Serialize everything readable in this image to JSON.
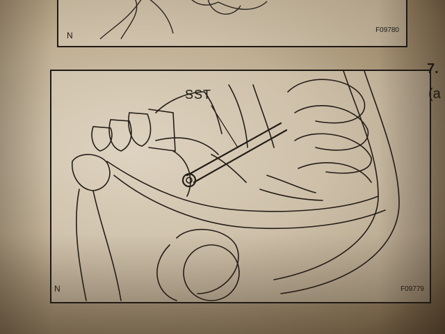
{
  "top_figure": {
    "corner_label": "N",
    "code": "F09780"
  },
  "main_figure": {
    "corner_label": "N",
    "code": "F09779",
    "callout": "SST"
  },
  "side_text": {
    "step": "7.",
    "sub": "(a"
  }
}
